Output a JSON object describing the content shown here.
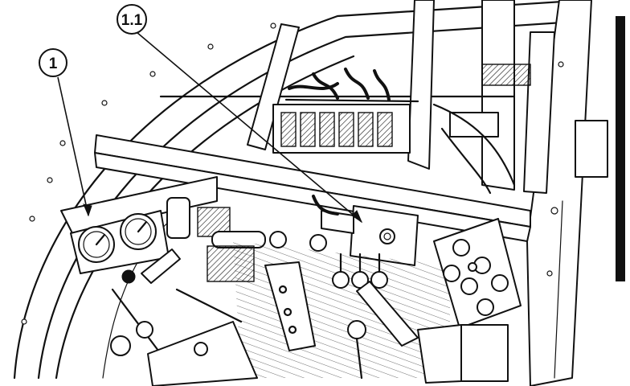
{
  "callouts": [
    {
      "id": "callout-1",
      "label": "1"
    },
    {
      "id": "callout-1-1",
      "label": "1.1"
    }
  ]
}
